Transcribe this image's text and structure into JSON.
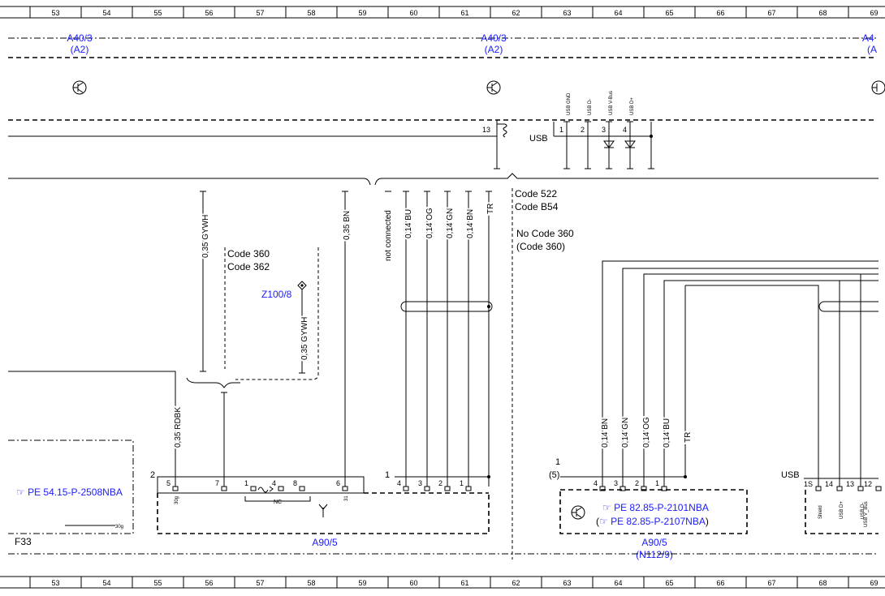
{
  "ruler": {
    "numbers": [
      "53",
      "54",
      "55",
      "56",
      "57",
      "58",
      "59",
      "60",
      "61",
      "62",
      "63",
      "64",
      "65",
      "66",
      "67",
      "68",
      "69"
    ]
  },
  "components": {
    "a40_left": {
      "name": "A40/3",
      "alt": "(A2)"
    },
    "a40_mid": {
      "name": "A40/3",
      "alt": "(A2)"
    },
    "a40_right": {
      "name": "A4",
      "alt": "(A"
    },
    "usb_connector": {
      "label": "USB",
      "pin_labels": [
        "USB GND",
        "USB D-",
        "USB V-Bus",
        "USB D+"
      ],
      "pins": [
        "1",
        "2",
        "3",
        "4"
      ],
      "pin13": "13"
    },
    "code_group_a": {
      "lines": [
        "Code 522",
        "Code B54"
      ]
    },
    "code_group_b": {
      "lines": [
        "No  Code 360",
        "(Code 360)"
      ]
    },
    "code_group_c": {
      "lines": [
        "Code 360",
        "Code 362"
      ]
    },
    "z100": {
      "name": "Z100/8"
    },
    "a90_left": {
      "name": "A90/5",
      "connector_num": "2"
    },
    "a90_mid": {
      "name": "A90/5",
      "connector_num": "1"
    },
    "a90_right": {
      "name": "A90/5",
      "alt": "(N112/9)",
      "connector_num": "1",
      "connector_alt": "(5)"
    },
    "f33": {
      "name": "F33"
    },
    "usb_right": {
      "label": "USB",
      "pins": [
        "1S",
        "14",
        "13",
        "12"
      ],
      "pin_labels": [
        "Shield",
        "USB D+",
        "USB D-",
        "USB V_Bus"
      ]
    }
  },
  "wires": {
    "w_gywh": "0,35 GYWH",
    "w_gywh2": "0,35 GYWH",
    "w_bn": "0,35 BN",
    "w_notconn": "not connected",
    "w_bu": "0,14 BU",
    "w_og": "0,14 OG",
    "w_gn": "0,14 GN",
    "w_bn2": "0,14 BN",
    "w_tr": "TR",
    "w_rdbk": "0,35 RDBK",
    "r_bn": "0,14 BN",
    "r_gn": "0,14 GN",
    "r_og": "0,14 OG",
    "r_bu": "0,14 BU",
    "r_tr": "TR"
  },
  "pins": {
    "left": [
      "5",
      "7",
      "1",
      "4",
      "8",
      "6"
    ],
    "left_sub": [
      "30g",
      "31"
    ],
    "left_nc": "NC",
    "mid": [
      "4",
      "3",
      "2",
      "1"
    ],
    "right": [
      "4",
      "3",
      "2",
      "1"
    ],
    "f33_sub": "30g"
  },
  "references": {
    "pe_left": "PE 54.15-P-2508NBA",
    "pe_right1": "PE 82.85-P-2101NBA",
    "pe_right2": "PE 82.85-P-2107NBA"
  }
}
